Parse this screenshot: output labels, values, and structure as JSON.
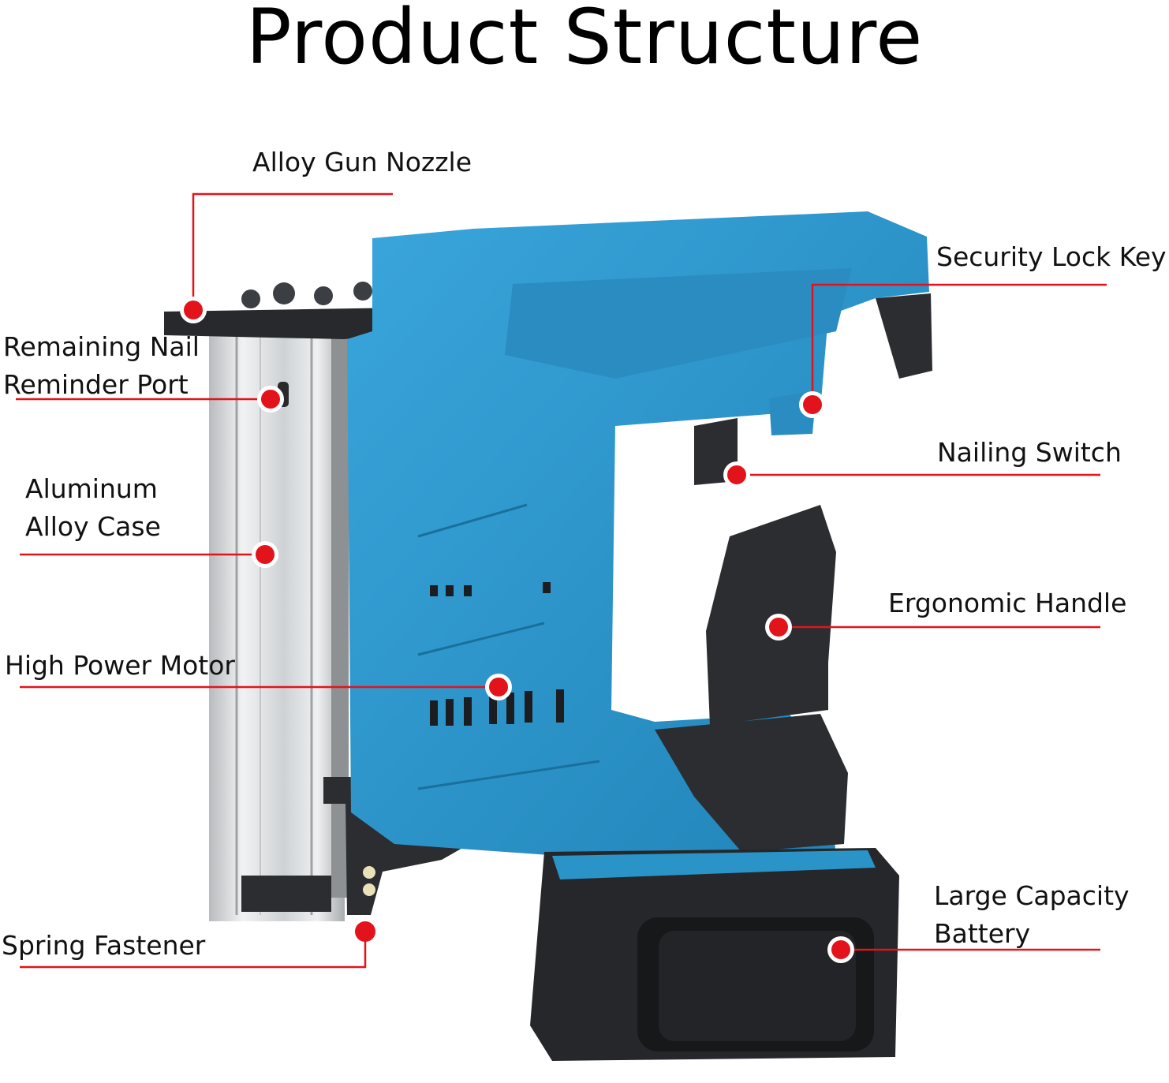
{
  "title": "Product Structure",
  "colors": {
    "leader": "#e3131b",
    "body": "#2a93c8",
    "body_dark": "#1d6f99",
    "grip": "#2b2d31",
    "aluminum": "#d4d6d8"
  },
  "labels": {
    "alloy_gun_nozzle": "Alloy Gun Nozzle",
    "remaining_nail_1": "Remaining Nail",
    "remaining_nail_2": "Reminder Port",
    "aluminum_case_1": "Aluminum",
    "aluminum_case_2": "Alloy Case",
    "high_power_motor": "High Power Motor",
    "spring_fastener": "Spring Fastener",
    "security_lock_key": "Security Lock Key",
    "nailing_switch": "Nailing Switch",
    "ergonomic_handle": "Ergonomic Handle",
    "battery_1": "Large Capacity",
    "battery_2": "Battery"
  }
}
